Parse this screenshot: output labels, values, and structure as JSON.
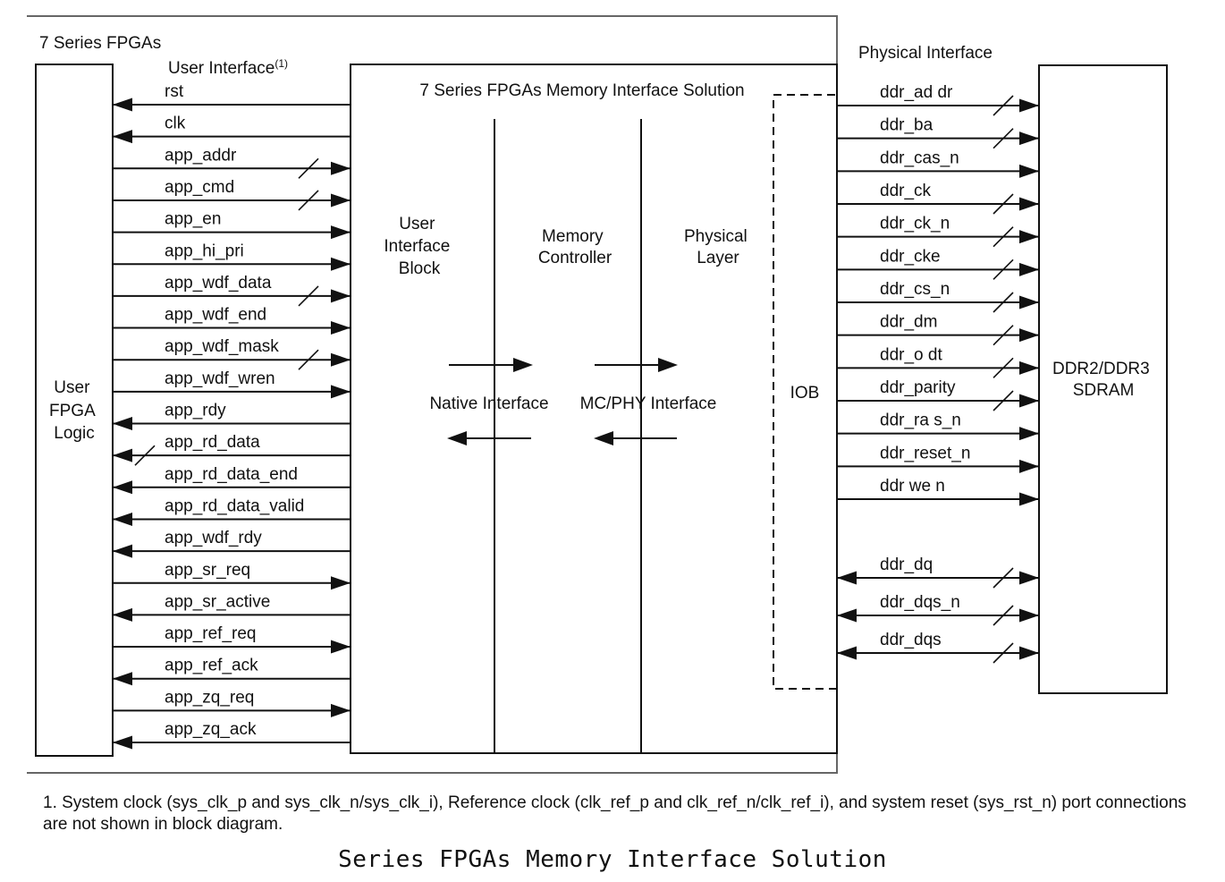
{
  "diagram": {
    "fpga_label": "7 Series FPGAs",
    "user_interface_label": "User Interface",
    "user_interface_note": "(1)",
    "user_logic_label": [
      "User",
      "FPGA",
      "Logic"
    ],
    "mis_title": "7 Series FPGAs Memory Interface Solution",
    "ui_block_label": [
      "User",
      "Interface",
      "Block"
    ],
    "mc_label": [
      "Memory",
      "Controller"
    ],
    "phy_label": [
      "Physical",
      "Layer"
    ],
    "native_interface_label": "Native Interface",
    "mc_phy_interface_label": "MC/PHY Interface",
    "iob_label": "IOB",
    "physical_interface_label": "Physical Interface",
    "sdram_label": [
      "DDR2/DDR3",
      "SDRAM"
    ]
  },
  "user_signals": [
    {
      "name": "rst",
      "dir": "to_user",
      "bus": false
    },
    {
      "name": "clk",
      "dir": "to_user",
      "bus": false
    },
    {
      "name": "app_addr",
      "dir": "to_mis",
      "bus": true
    },
    {
      "name": "app_cmd",
      "dir": "to_mis",
      "bus": true
    },
    {
      "name": "app_en",
      "dir": "to_mis",
      "bus": false
    },
    {
      "name": "app_hi_pri",
      "dir": "to_mis",
      "bus": false
    },
    {
      "name": "app_wdf_data",
      "dir": "to_mis",
      "bus": true
    },
    {
      "name": "app_wdf_end",
      "dir": "to_mis",
      "bus": false
    },
    {
      "name": "app_wdf_mask",
      "dir": "to_mis",
      "bus": true
    },
    {
      "name": "app_wdf_wren",
      "dir": "to_mis",
      "bus": false
    },
    {
      "name": "app_rdy",
      "dir": "to_user",
      "bus": false
    },
    {
      "name": "app_rd_data",
      "dir": "to_user",
      "bus": true
    },
    {
      "name": "app_rd_data_end",
      "dir": "to_user",
      "bus": false
    },
    {
      "name": "app_rd_data_valid",
      "dir": "to_user",
      "bus": false
    },
    {
      "name": "app_wdf_rdy",
      "dir": "to_user",
      "bus": false
    },
    {
      "name": "app_sr_req",
      "dir": "to_mis",
      "bus": false
    },
    {
      "name": "app_sr_active",
      "dir": "to_user",
      "bus": false
    },
    {
      "name": "app_ref_req",
      "dir": "to_mis",
      "bus": false
    },
    {
      "name": "app_ref_ack",
      "dir": "to_user",
      "bus": false
    },
    {
      "name": "app_zq_req",
      "dir": "to_mis",
      "bus": false
    },
    {
      "name": "app_zq_ack",
      "dir": "to_user",
      "bus": false
    }
  ],
  "phy_signals": [
    {
      "name": "ddr_ad dr",
      "dir": "out",
      "bus": true
    },
    {
      "name": "ddr_ba",
      "dir": "out",
      "bus": true
    },
    {
      "name": "ddr_cas_n",
      "dir": "out",
      "bus": false
    },
    {
      "name": "ddr_ck",
      "dir": "out",
      "bus": true
    },
    {
      "name": "ddr_ck_n",
      "dir": "out",
      "bus": true
    },
    {
      "name": "ddr_cke",
      "dir": "out",
      "bus": true
    },
    {
      "name": "ddr_cs_n",
      "dir": "out",
      "bus": true
    },
    {
      "name": "ddr_dm",
      "dir": "out",
      "bus": true
    },
    {
      "name": "ddr_o dt",
      "dir": "out",
      "bus": true
    },
    {
      "name": "ddr_parity",
      "dir": "out",
      "bus": true
    },
    {
      "name": "ddr_ra s_n",
      "dir": "out",
      "bus": false
    },
    {
      "name": "ddr_reset_n",
      "dir": "out",
      "bus": false
    },
    {
      "name": "ddr we n",
      "dir": "out",
      "bus": false
    },
    {
      "name": "ddr_dq",
      "dir": "bidir",
      "bus": true
    },
    {
      "name": "ddr_dqs_n",
      "dir": "bidir",
      "bus": true
    },
    {
      "name": "ddr_dqs",
      "dir": "bidir",
      "bus": true
    }
  ],
  "footnote": "1. System clock (sys_clk_p and sys_clk_n/sys_clk_i), Reference clock (clk_ref_p and clk_ref_n/clk_ref_i), and system reset (sys_rst_n) port connections are not shown in block diagram.",
  "caption": "Series FPGAs Memory Interface Solution"
}
